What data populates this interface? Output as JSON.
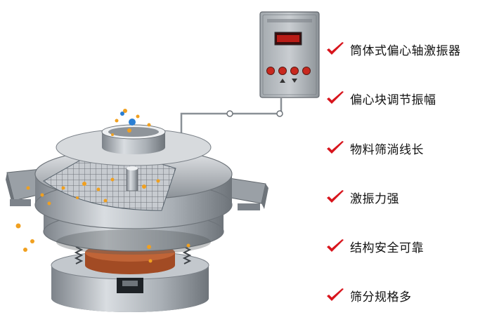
{
  "features": [
    {
      "label": "筒体式偏心轴激振器",
      "icon": "check-icon"
    },
    {
      "label": "偏心块调节振幅",
      "icon": "check-icon"
    },
    {
      "label": "物料筛淌线长",
      "icon": "check-icon"
    },
    {
      "label": "激振力强",
      "icon": "check-icon"
    },
    {
      "label": "结构安全可靠",
      "icon": "check-icon"
    },
    {
      "label": "筛分规格多",
      "icon": "check-icon"
    }
  ],
  "colors": {
    "check": "#d8141c",
    "panel": "#8f959b",
    "display": "#d0201a",
    "buttons": "#c8281e",
    "particles": "#f0a020",
    "accent_particle": "#2a7fd4",
    "body_metal": "#b9bec4"
  }
}
